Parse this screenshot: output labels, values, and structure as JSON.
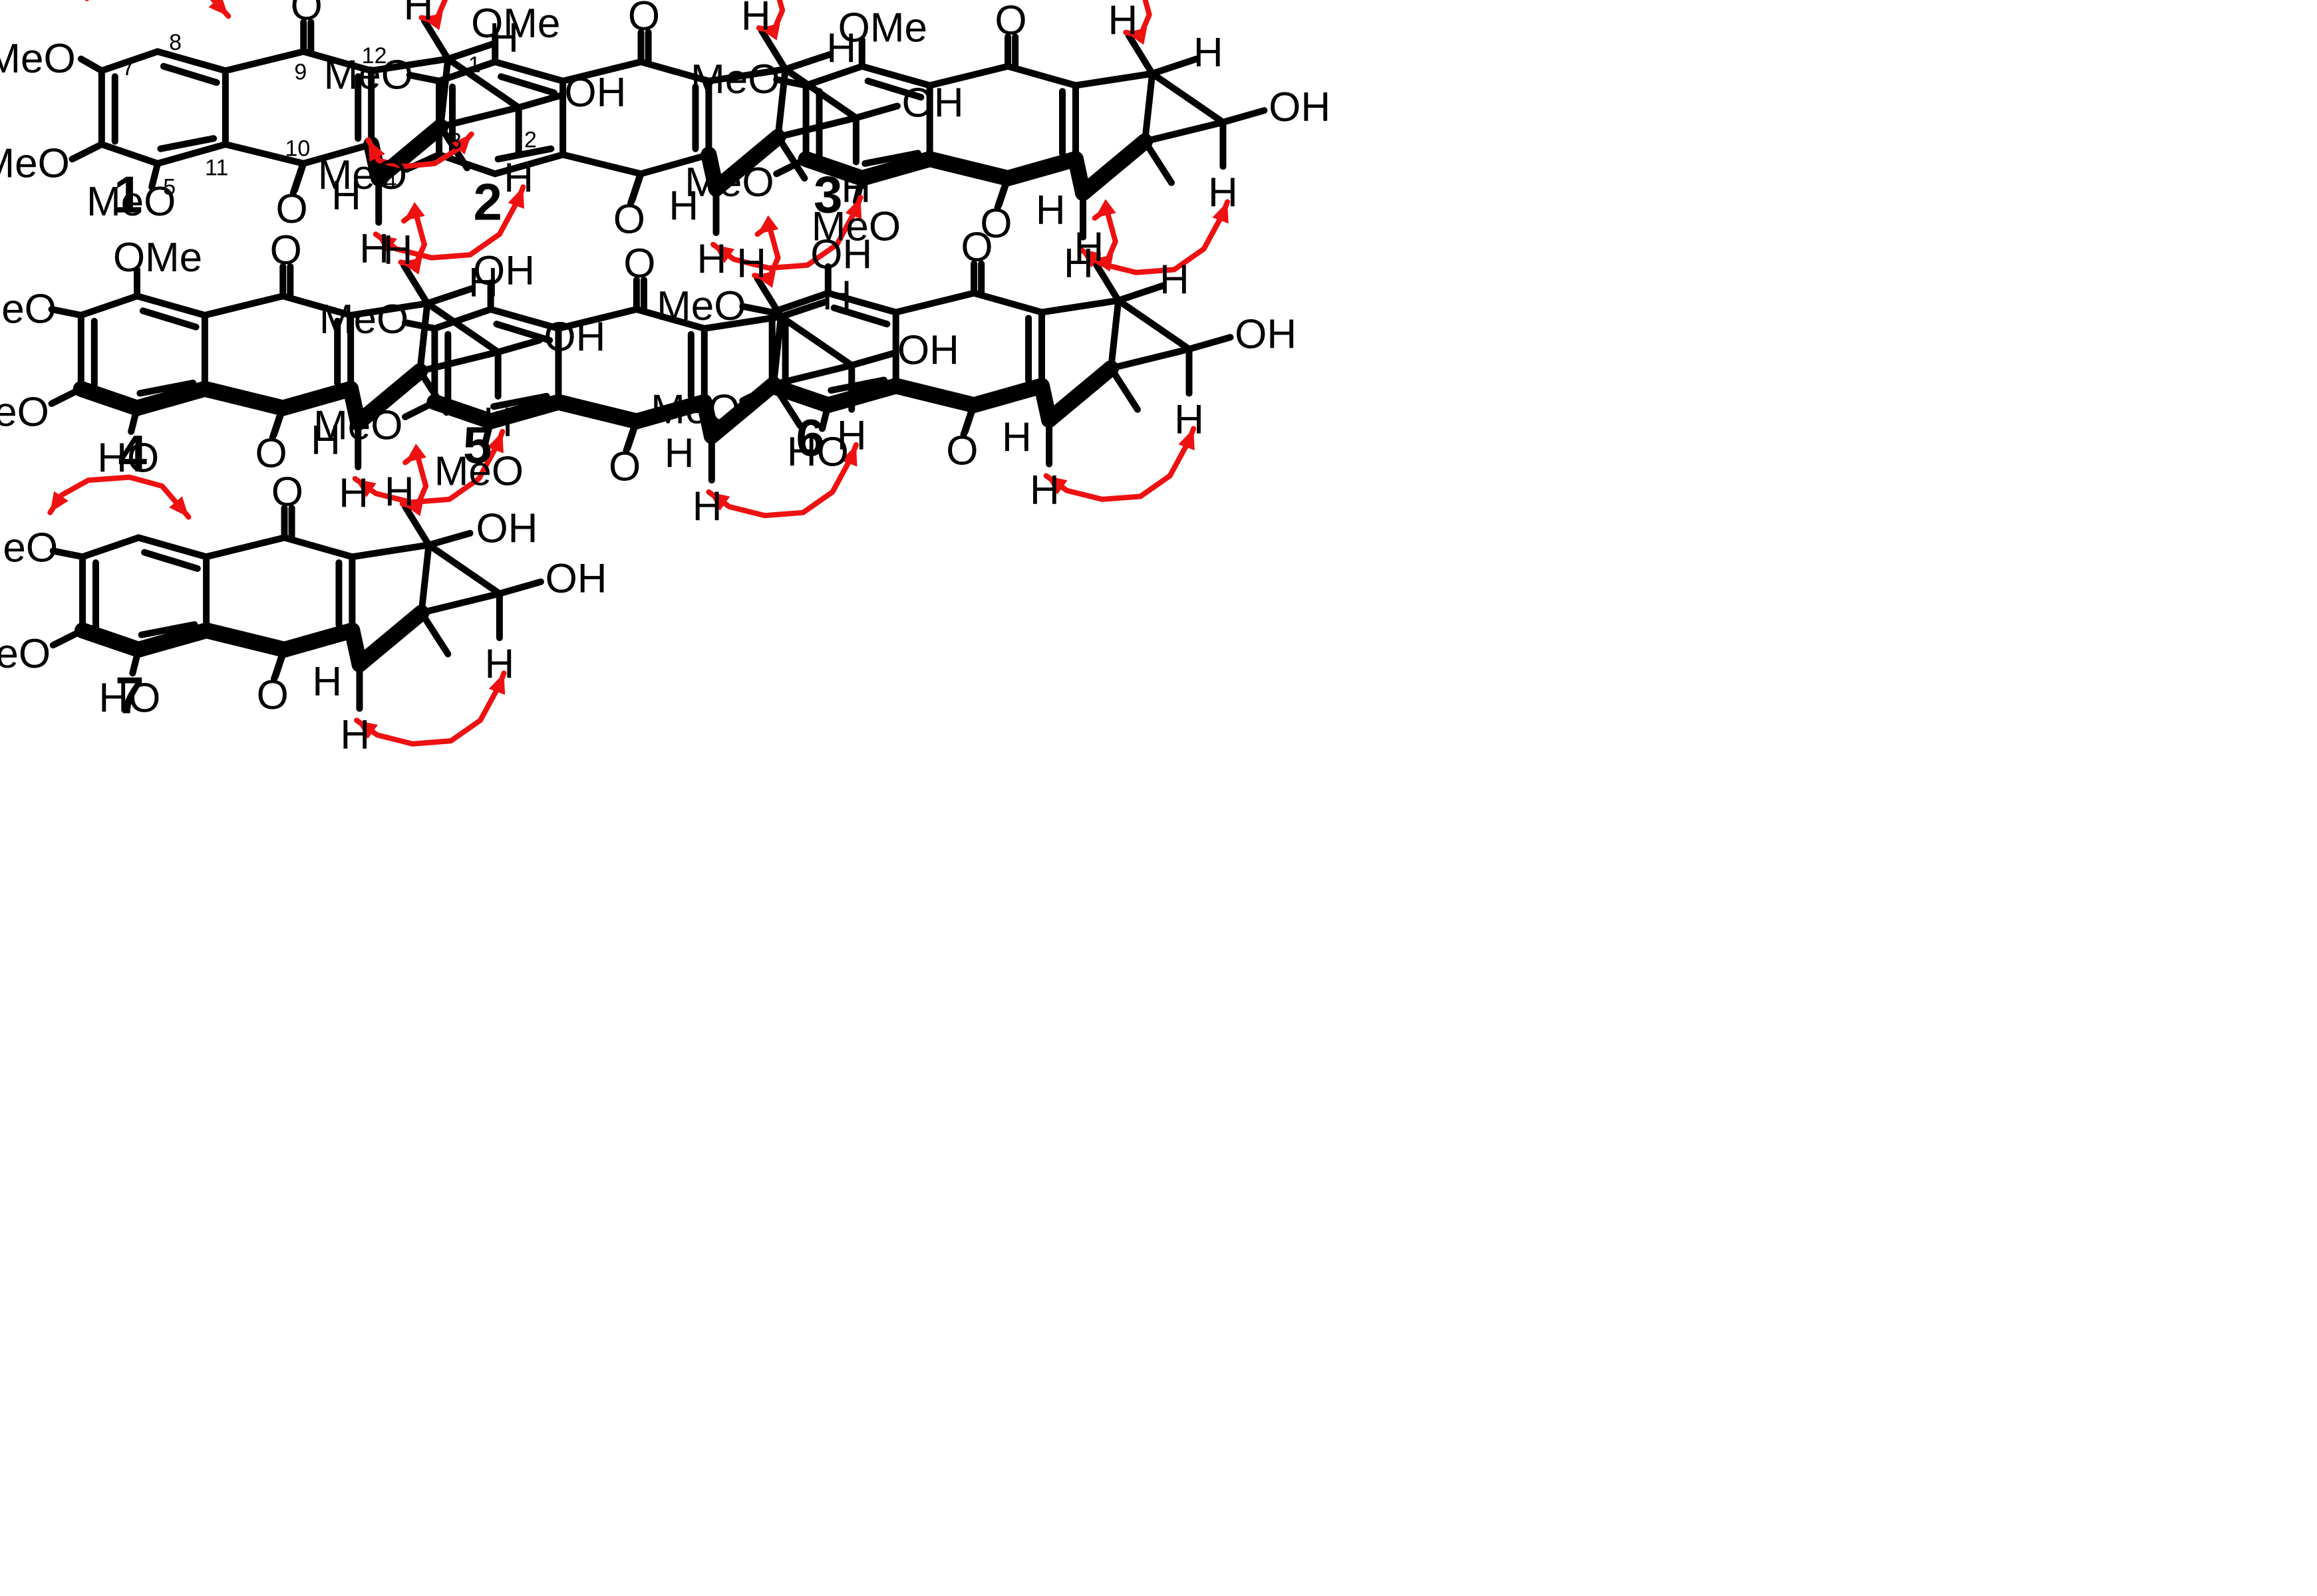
{
  "colors": {
    "bonds": "#000000",
    "noe_correlations": "#ee1111",
    "background": "#ffffff"
  },
  "atoms": {
    "MeO": "MeO",
    "OMe": "OMe",
    "OH": "OH",
    "HO": "HO",
    "O": "O",
    "H": "H"
  },
  "numbering": [
    "1",
    "2",
    "3",
    "4",
    "5",
    "7",
    "8",
    "9",
    "10",
    "11",
    "12"
  ],
  "compounds": [
    {
      "id": "1",
      "substituents": [
        "MeO",
        "MeO",
        "MeO"
      ],
      "noe": [
        "H-8/OMe-7",
        "H-1a/H-1b",
        "H-2/H-4"
      ]
    },
    {
      "id": "2",
      "substituents": [
        "OMe",
        "MeO",
        "MeO"
      ],
      "noe": [
        "H-5/OMe-6",
        "H-1a/H-1b",
        "H-2/H-4"
      ]
    },
    {
      "id": "3",
      "substituents": [
        "OMe",
        "MeO",
        "MeO",
        "MeO"
      ],
      "noe": [
        "H-1a/H-1b",
        "H-2/H-4"
      ]
    },
    {
      "id": "4",
      "substituents": [
        "OMe",
        "MeO",
        "MeO",
        "HO"
      ],
      "noe": [
        "H-1a/H-1b",
        "H-2/H-4"
      ]
    },
    {
      "id": "5",
      "substituents": [
        "OH",
        "MeO",
        "MeO",
        "MeO"
      ],
      "noe": [
        "H-1a/H-1b",
        "H-2/H-4"
      ]
    },
    {
      "id": "6",
      "substituents": [
        "OH",
        "MeO",
        "MeO",
        "HO"
      ],
      "noe": [
        "H-1a/H-1b",
        "H-2/H-4"
      ]
    },
    {
      "id": "7",
      "substituents": [
        "MeO",
        "MeO",
        "HO",
        "OH",
        "OH"
      ],
      "noe": [
        "H-8/OMe-7",
        "H-1/H-1",
        "H-2/H-4"
      ]
    }
  ]
}
